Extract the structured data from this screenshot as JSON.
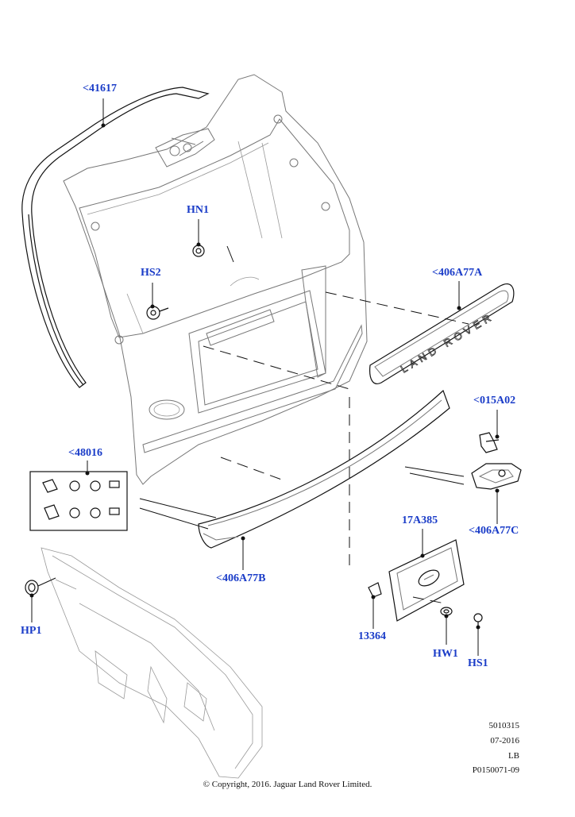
{
  "callouts": {
    "c41617": "<41617",
    "HN1": "HN1",
    "HS2": "HS2",
    "c406A77A": "<406A77A",
    "c015A02": "<015A02",
    "c48016": "<48016",
    "c406A77C": "<406A77C",
    "c17A385": "17A385",
    "c406A77B": "<406A77B",
    "HP1": "HP1",
    "c13364": "13364",
    "HW1": "HW1",
    "HS1": "HS1"
  },
  "badge_text": "LAND ROVER",
  "meta": {
    "line1": "5010315",
    "line2": "07-2016",
    "line3": "LB",
    "line4": "P0150071-09"
  },
  "copyright": "© Copyright, 2016. Jaguar Land Rover Limited.",
  "colors": {
    "callout": "#1a3cc8",
    "line": "#777777",
    "ink": "#111111"
  }
}
